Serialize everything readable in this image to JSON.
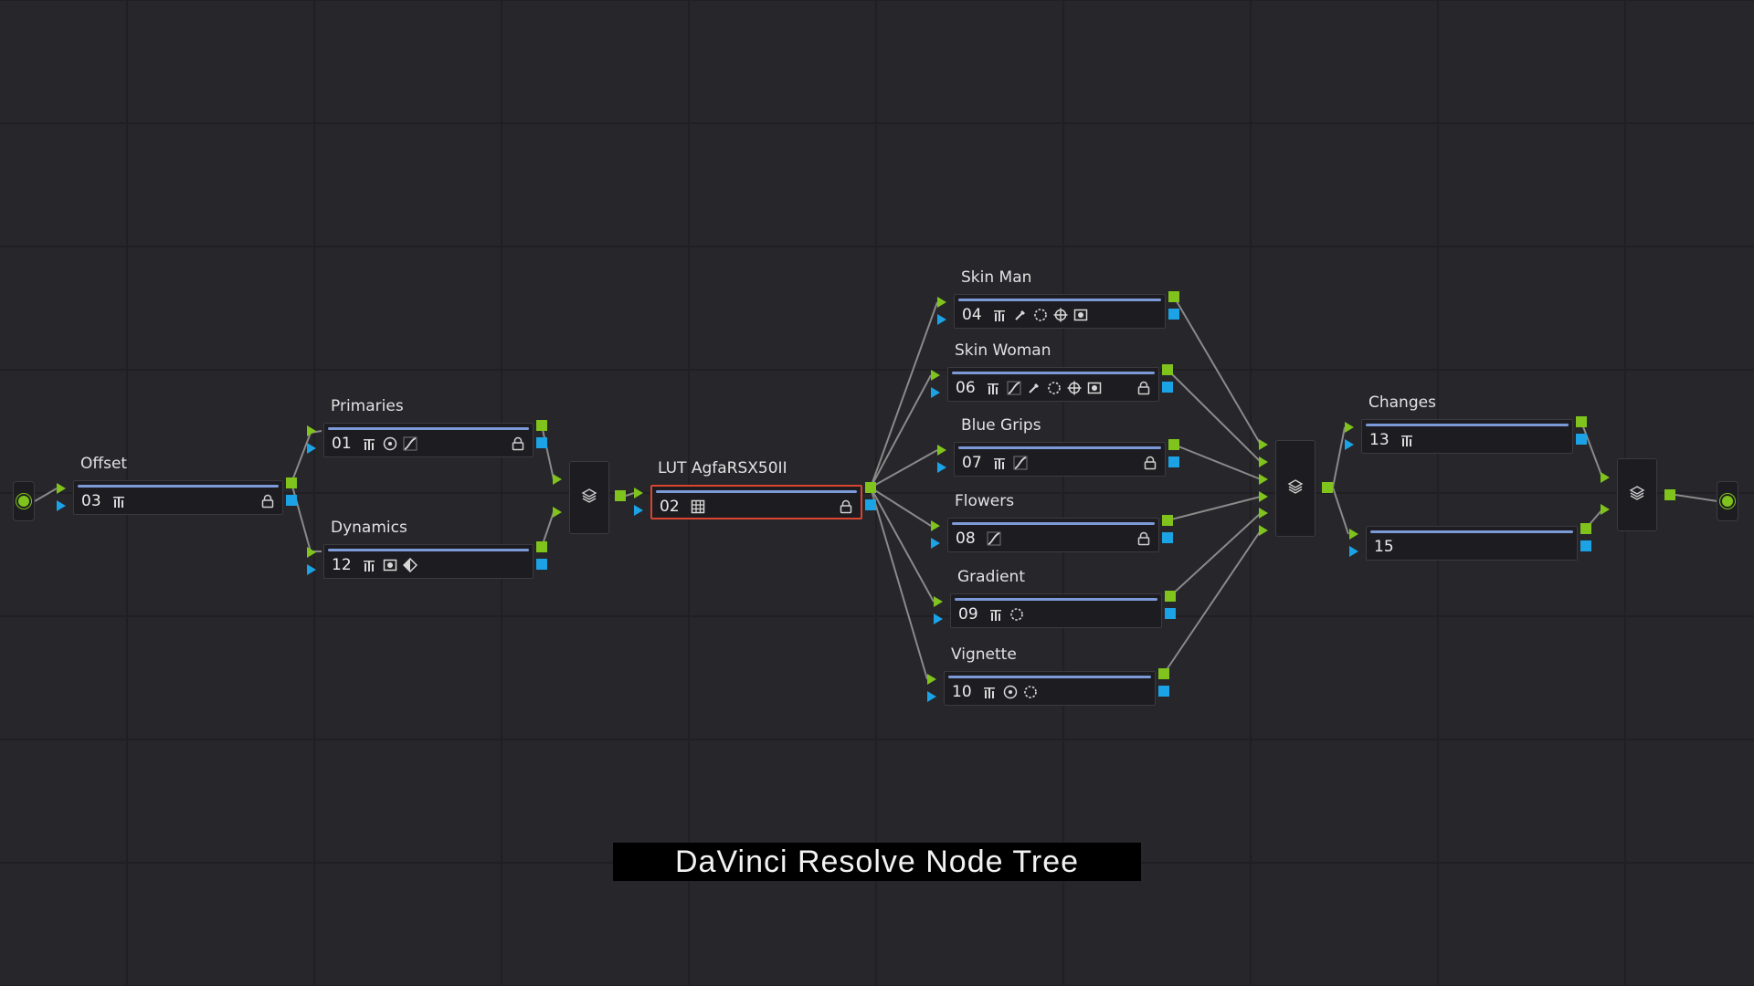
{
  "caption": "DaVinci Resolve Node Tree",
  "colors": {
    "background": "#26262b",
    "node_body": "#1d1d21",
    "rgb_port": "#7fc31c",
    "alpha_port": "#1ba3e6",
    "selected_outline": "#d9452f",
    "node_bar": "#7d9ad8",
    "wire": "#8a8a8a"
  },
  "nodes": {
    "offset": {
      "label": "Offset",
      "number": "03",
      "tools": [
        "bars-icon"
      ],
      "locked": true
    },
    "primaries": {
      "label": "Primaries",
      "number": "01",
      "tools": [
        "bars-icon",
        "circle-target-icon",
        "curve-icon"
      ],
      "locked": true
    },
    "dynamics": {
      "label": "Dynamics",
      "number": "12",
      "tools": [
        "bars-icon",
        "key-square-icon",
        "diamond-icon"
      ],
      "locked": false
    },
    "lut": {
      "label": "LUT AgfaRSX50II",
      "number": "02",
      "tools": [
        "grid-icon"
      ],
      "locked": true,
      "selected": true
    },
    "skin_man": {
      "label": "Skin Man",
      "number": "04",
      "tools": [
        "bars-icon",
        "eyedropper-icon",
        "dashed-circle-icon",
        "tracker-icon",
        "key-square-icon"
      ],
      "locked": false
    },
    "skin_woman": {
      "label": "Skin Woman",
      "number": "06",
      "tools": [
        "bars-icon",
        "curve-icon",
        "eyedropper-icon",
        "dashed-circle-icon",
        "tracker-icon",
        "key-square-icon"
      ],
      "locked": true
    },
    "blue_grips": {
      "label": "Blue Grips",
      "number": "07",
      "tools": [
        "bars-icon",
        "curve-icon"
      ],
      "locked": true
    },
    "flowers": {
      "label": "Flowers",
      "number": "08",
      "tools": [
        "curve-icon"
      ],
      "locked": true
    },
    "gradient": {
      "label": "Gradient",
      "number": "09",
      "tools": [
        "bars-icon",
        "dashed-circle-icon"
      ],
      "locked": false
    },
    "vignette": {
      "label": "Vignette",
      "number": "10",
      "tools": [
        "bars-icon",
        "circle-target-icon",
        "dashed-circle-icon"
      ],
      "locked": false
    },
    "changes": {
      "label": "Changes",
      "number": "13",
      "tools": [
        "bars-icon"
      ],
      "locked": false
    },
    "node15": {
      "label": "",
      "number": "15",
      "tools": [],
      "locked": false
    }
  },
  "layer_mixers": [
    "layer-mixer-1",
    "layer-mixer-2",
    "layer-mixer-3"
  ],
  "terminals": [
    "source-input",
    "tree-output"
  ]
}
